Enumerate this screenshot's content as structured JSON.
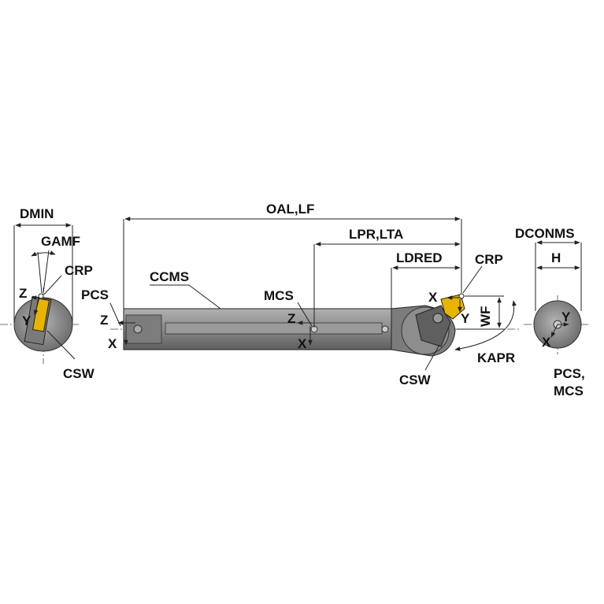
{
  "labels": {
    "dmin": "DMIN",
    "gamf": "GAMF",
    "crp_left": "CRP",
    "z_left": "Z",
    "y_left": "Y",
    "csw_left": "CSW",
    "pcs_main": "PCS",
    "z_main": "Z",
    "x_main": "X",
    "ccms": "CCMS",
    "oal_lf": "OAL,LF",
    "lpr_lta": "LPR,LTA",
    "ldred": "LDRED",
    "mcs": "MCS",
    "z_mcs": "Z",
    "x_mcs": "X",
    "crp_right": "CRP",
    "x_tip": "X",
    "y_tip": "Y",
    "wf": "WF",
    "kapr": "KAPR",
    "csw_right": "CSW",
    "dconms": "DCONMS",
    "h": "H",
    "y_end": "Y",
    "x_end": "X",
    "pcs_end": "PCS,",
    "mcs_end": "MCS"
  },
  "colors": {
    "body_fill": "#8a8a8a",
    "body_dark": "#6e6e6e",
    "insert_fill": "#e8b400",
    "line": "#222222"
  }
}
